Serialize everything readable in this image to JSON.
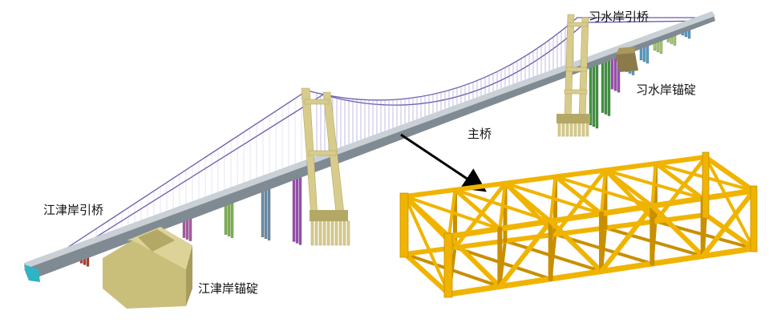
{
  "labels": {
    "xishui_approach": "习水岸引桥",
    "xishui_anchorage": "习水岸锚碇",
    "main_bridge": "主桥",
    "jiangjin_approach": "江津岸引桥",
    "jiangjin_anchorage": "江津岸锚碇"
  },
  "colors": {
    "tower": "#d8cc8c",
    "tower_dark": "#b4a866",
    "deck": "#7f8a93",
    "deck_top": "#c9d0d6",
    "cable": "#6a5aa8",
    "hanger": "#9a8fd0",
    "anchorage": "#c9bf7a",
    "truss": "#f0b400",
    "truss_dark": "#c98f00",
    "pier_palette": [
      "#c0392b",
      "#b15aa8",
      "#7dbb4a",
      "#6a8fb0",
      "#a24dbb",
      "#3e9a3e",
      "#55a0d0",
      "#a8cf6a"
    ]
  }
}
